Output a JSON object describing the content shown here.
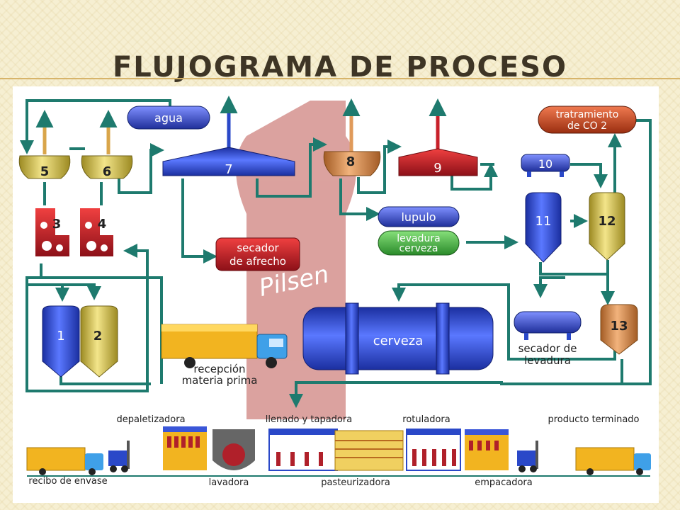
{
  "slide": {
    "title": "FLUJOGRAMA DE PROCESO"
  },
  "colors": {
    "pipe": "#1e7a6e",
    "blue": "#2a48c8",
    "gold": "#d9c24a",
    "red": "#c8202a",
    "orange": "#d08040",
    "green": "#3cae3c",
    "background": "#f6efd2"
  },
  "units": {
    "u1": "1",
    "u2": "2",
    "u3": "3",
    "u4": "4",
    "u5": "5",
    "u6": "6",
    "u7": "7",
    "u8": "8",
    "u9": "9",
    "u10": "10",
    "u11": "11",
    "u12": "12",
    "u13": "13"
  },
  "labels": {
    "agua": "agua",
    "tratamiento_1": "tratramiento",
    "tratamiento_2": "de CO 2",
    "lupulo": "lupulo",
    "levadura_1": "levadura",
    "levadura_2": "cerveza",
    "secador_afrecho_1": "secador",
    "secador_afrecho_2": "de afrecho",
    "cerveza": "cerveza",
    "secador_levadura_1": "secador de",
    "secador_levadura_2": "levadura",
    "recepcion_1": "recepción",
    "recepcion_2": "materia prima"
  },
  "line_stages": {
    "depaletizadora": "depaletizadora",
    "llenado": "llenado y tapadora",
    "rotuladora": "rotuladora",
    "producto": "producto terminado",
    "recibo": "recibo de envase",
    "lavadora": "lavadora",
    "pasteurizadora": "pasteurizadora",
    "empacadora": "empacadora"
  },
  "bottle_text": "Pilsen"
}
